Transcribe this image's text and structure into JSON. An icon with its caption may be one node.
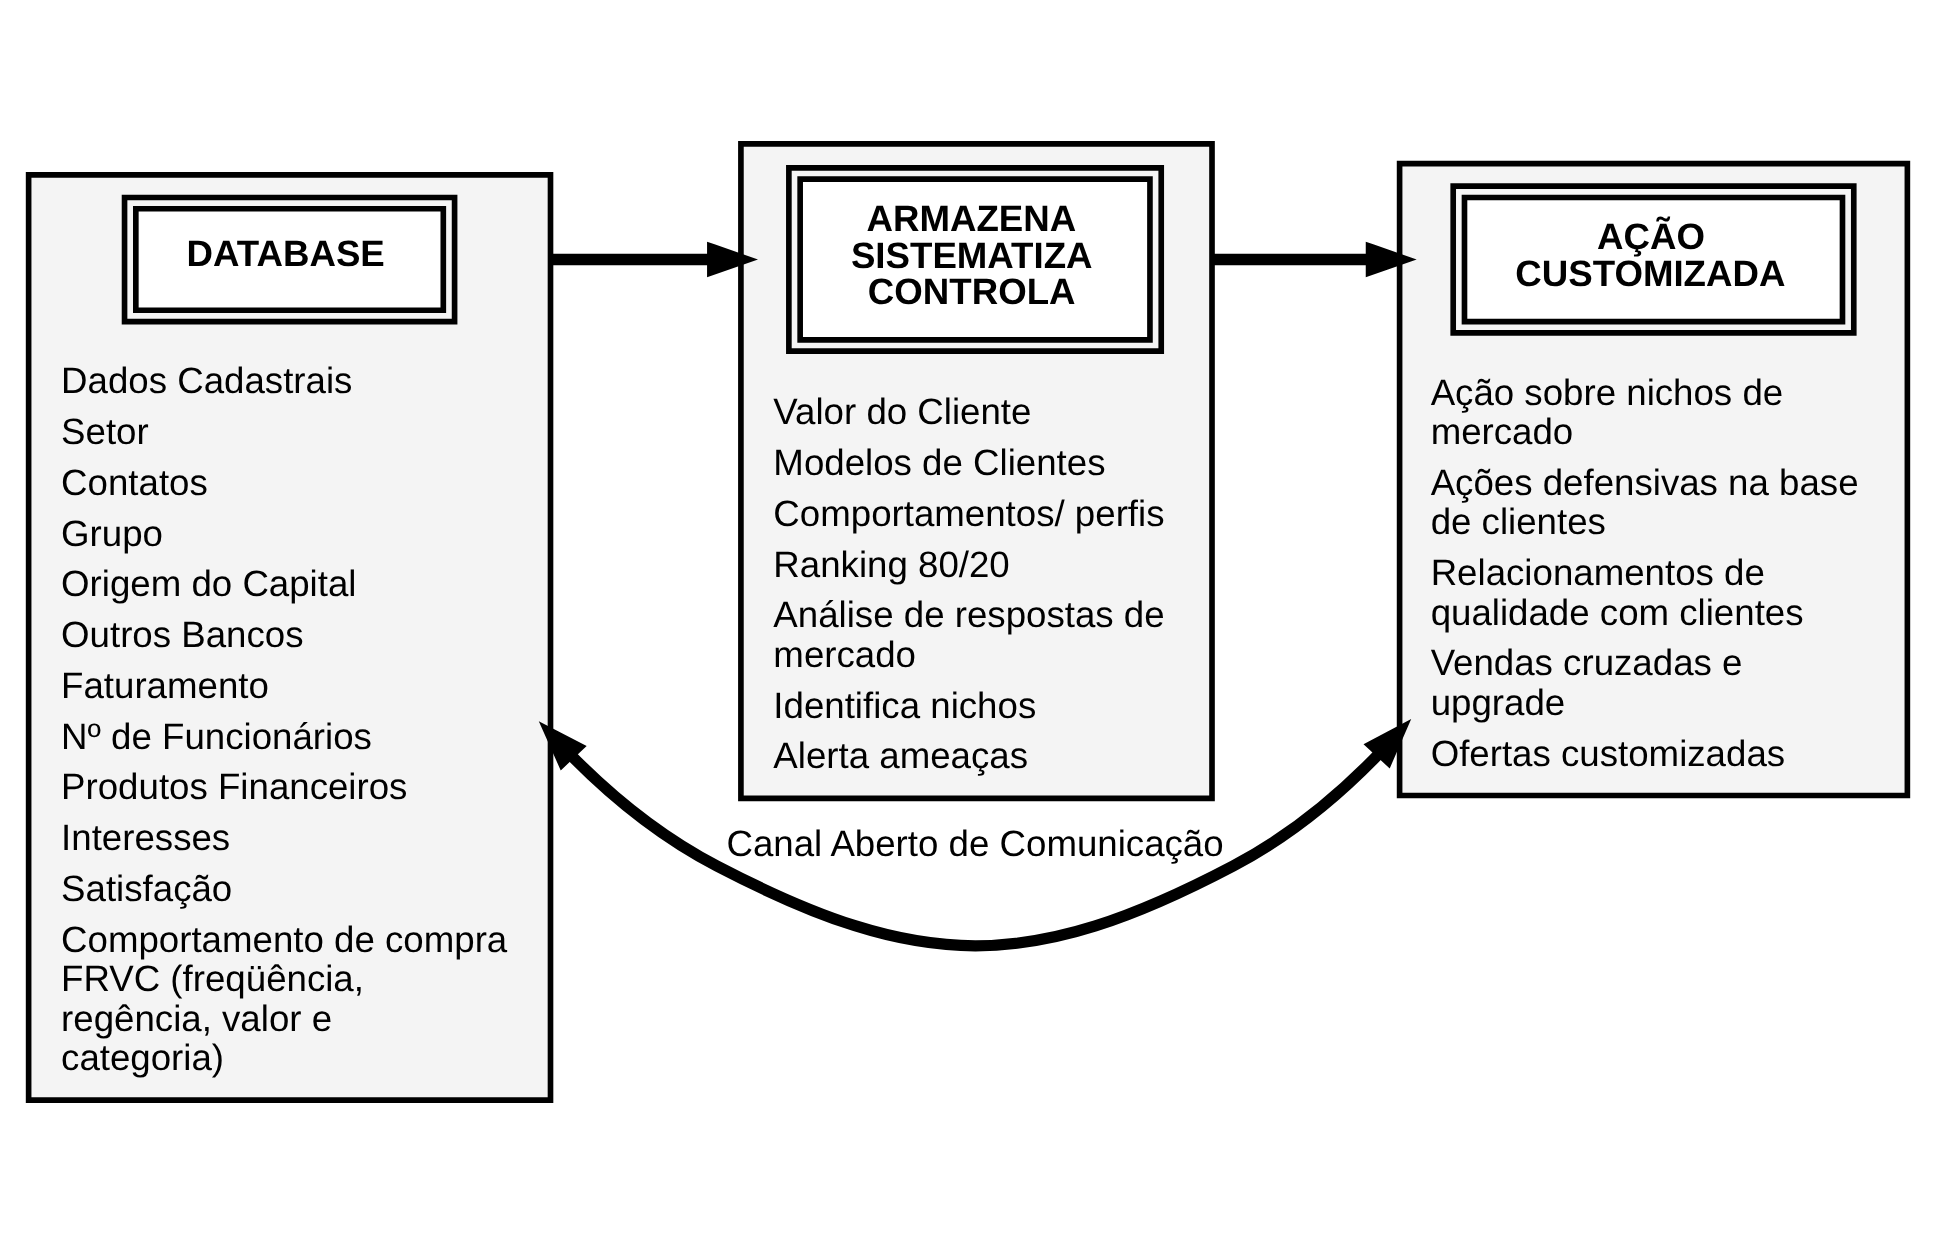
{
  "diagram": {
    "nodes": [
      {
        "text": [
          "Dados Cadastrais",
          "Setor",
          "Contatos",
          "Grupo",
          "Origem do Capital",
          "Outros Bancos",
          "Faturamento",
          "Nº de Funcionários",
          "Produtos Financeiros",
          "Interesses",
          "Satisfação",
          "Comportamento de compra FRVC (freqüência, regência, valor e categoria)"
        ]
      },
      {
        "text": [
          "DATABASE"
        ],
        "in": 0
      },
      {
        "text": [
          "Valor do Cliente",
          "Modelos de Clientes",
          "Comportamentos/ perfis",
          "Ranking 80/20",
          "Análise de respostas de mercado",
          "Identifica nichos",
          "Alerta ameaças"
        ]
      },
      {
        "text": [
          "ARMAZENA SISTEMATIZA CONTROLA"
        ],
        "in": 2
      },
      {
        "text": [
          "Ação sobre nichos de mercado",
          "Ações defensivas na base de clientes",
          "Relacionamentos de qualidade com clientes",
          "Vendas cruzadas e upgrade",
          "Ofertas customizadas"
        ]
      },
      {
        "text": [
          "AÇÃO CUSTOMIZADA"
        ],
        "in": 4
      }
    ],
    "edges": [
      {
        "from": 0,
        "to": 2,
        "arrow": "to"
      },
      {
        "from": 2,
        "to": 4,
        "arrow": "to"
      },
      {
        "from": 0,
        "to": 4,
        "arrow": "both",
        "label": "Canal Aberto de Comunicação"
      }
    ]
  }
}
